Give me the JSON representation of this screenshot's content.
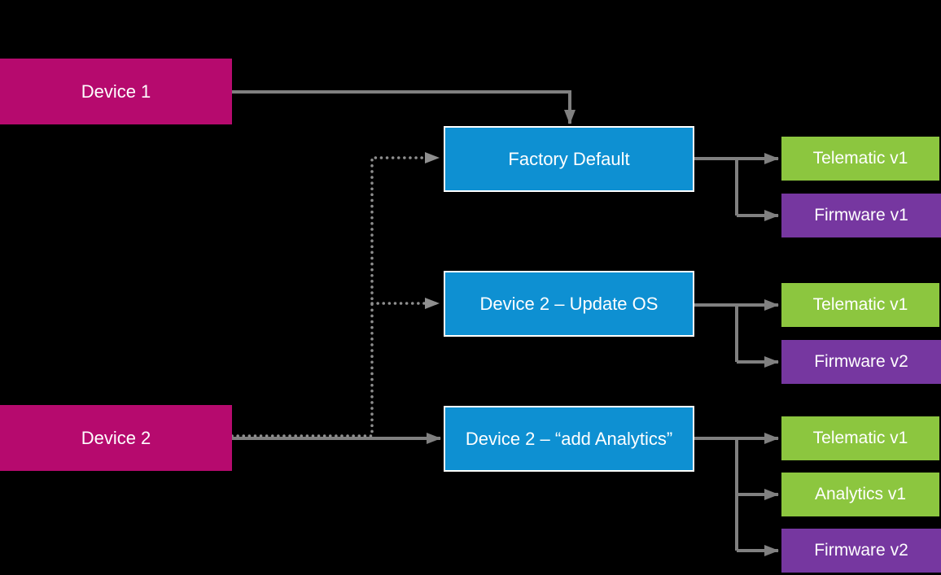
{
  "diagram": {
    "background": "#000000"
  },
  "colors": {
    "magenta": "#b60a6e",
    "blue": "#0e90d2",
    "green": "#8cc63f",
    "purple": "#7637a0",
    "line": "#808080",
    "dotted": "#8f8f8f",
    "text": "#ffffff",
    "box_border": "#ffffff"
  },
  "devices": [
    {
      "label": "Device 1"
    },
    {
      "label": "Device 2"
    }
  ],
  "configs": [
    {
      "label": "Factory Default"
    },
    {
      "label": "Device 2 – Update OS"
    },
    {
      "label": "Device 2 – “add Analytics”"
    }
  ],
  "modules": {
    "group1": [
      {
        "label": "Telematic v1",
        "color": "green"
      },
      {
        "label": "Firmware v1",
        "color": "purple"
      }
    ],
    "group2": [
      {
        "label": "Telematic v1",
        "color": "green"
      },
      {
        "label": "Firmware v2",
        "color": "purple"
      }
    ],
    "group3": [
      {
        "label": "Telematic v1",
        "color": "green"
      },
      {
        "label": "Analytics v1",
        "color": "green"
      },
      {
        "label": "Firmware v2",
        "color": "purple"
      }
    ]
  },
  "connections": {
    "solid": "device1→factory-default (top), device2→add-analytics, each config box fans out right to its module boxes",
    "dotted": "branch from device2 line up to factory-default and device-2-update-os"
  }
}
